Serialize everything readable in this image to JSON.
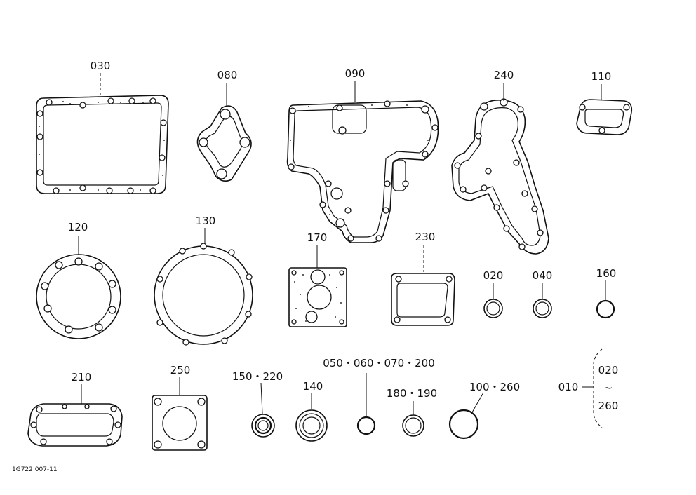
{
  "parts": {
    "p030": "030",
    "p080": "080",
    "p090": "090",
    "p240": "240",
    "p110": "110",
    "p120": "120",
    "p130": "130",
    "p170": "170",
    "p230": "230",
    "p020": "020",
    "p040": "040",
    "p160": "160",
    "p210": "210",
    "p250": "250",
    "p150_220": "150・220",
    "p140": "140",
    "p050_200": "050・060・070・200",
    "p180_190": "180・190",
    "p100_260": "100・260"
  },
  "set": {
    "label": "010",
    "from": "020",
    "tilde": "~",
    "to": "260"
  },
  "doc_code": "1G722 007-11"
}
